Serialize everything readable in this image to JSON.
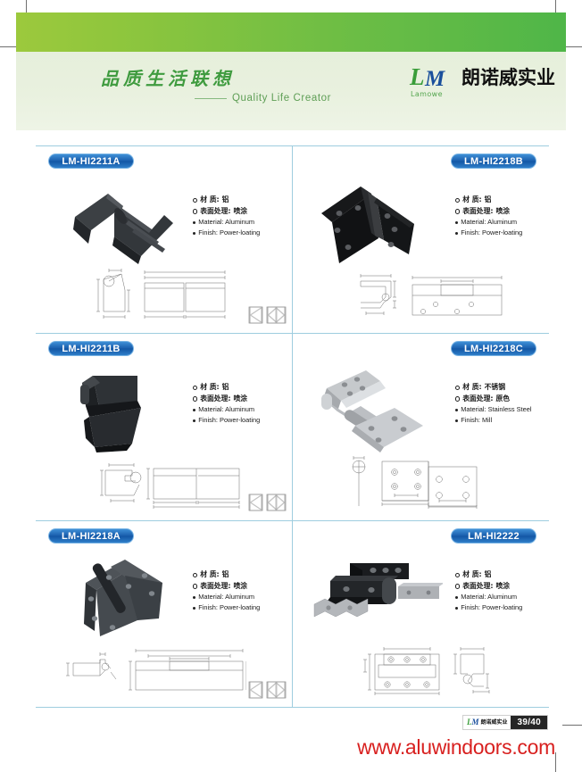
{
  "header": {
    "slogan_cn": "品质生活联想",
    "slogan_en": "Quality Life Creator",
    "brand_letter_l": "L",
    "brand_letter_m": "M",
    "brand_sub": "Lamowe",
    "brand_cn": "朗诺威实业",
    "bar_color_start": "#9cc93d",
    "bar_color_end": "#4fb648",
    "panel_bg": "#e9f1df"
  },
  "badge_colors": {
    "fill_top": "#3f8fd6",
    "fill_mid": "#1256a4",
    "border": "#79b4e4",
    "text": "#ffffff"
  },
  "divider_color": "#9ecddf",
  "products": [
    {
      "model": "LM-HI2211A",
      "badge_side": "left",
      "photo": "hinge-angled-black",
      "specs": {
        "material_cn_label": "材 质:",
        "material_cn_value": "铝",
        "finish_cn_label": "表面处理:",
        "finish_cn_value": "喷涂",
        "material_en": "Material: Aluminum",
        "finish_en": "Finish: Power-loating"
      }
    },
    {
      "model": "LM-HI2218B",
      "badge_side": "right",
      "photo": "hinge-butt-black",
      "specs": {
        "material_cn_label": "材 质:",
        "material_cn_value": "铝",
        "finish_cn_label": "表面处理:",
        "finish_cn_value": "喷涂",
        "material_en": "Material: Aluminum",
        "finish_en": "Finish: Power-loating"
      }
    },
    {
      "model": "LM-HI2211B",
      "badge_side": "left",
      "photo": "hinge-folded-black",
      "specs": {
        "material_cn_label": "材 质:",
        "material_cn_value": "铝",
        "finish_cn_label": "表面处理:",
        "finish_cn_value": "喷涂",
        "material_en": "Material: Aluminum",
        "finish_en": "Finish: Power-loating"
      }
    },
    {
      "model": "LM-HI2218C",
      "badge_side": "right",
      "photo": "hinge-flag-steel",
      "specs": {
        "material_cn_label": "材 质:",
        "material_cn_value": "不锈钢",
        "finish_cn_label": "表面处理:",
        "finish_cn_value": "原色",
        "material_en": "Material: Stainless Steel",
        "finish_en": "Finish: Mill"
      }
    },
    {
      "model": "LM-HI2218A",
      "badge_side": "left",
      "photo": "hinge-plate-dark",
      "specs": {
        "material_cn_label": "材 质:",
        "material_cn_value": "铝",
        "finish_cn_label": "表面处理:",
        "finish_cn_value": "喷涂",
        "material_en": "Material: Aluminum",
        "finish_en": "Finish: Power-loating"
      }
    },
    {
      "model": "LM-HI2222",
      "badge_side": "right",
      "photo": "hinge-set-black",
      "specs": {
        "material_cn_label": "材 质:",
        "material_cn_value": "铝",
        "finish_cn_label": "表面处理:",
        "finish_cn_value": "喷涂",
        "material_en": "Material: Aluminum",
        "finish_en": "Finish: Power-loating"
      }
    }
  ],
  "footer": {
    "logo_l": "L",
    "logo_m": "M",
    "logo_cn": "朗诺威实业",
    "page_number": "39/40",
    "website": "www.aluwindoors.com",
    "website_color": "#d8201f"
  }
}
